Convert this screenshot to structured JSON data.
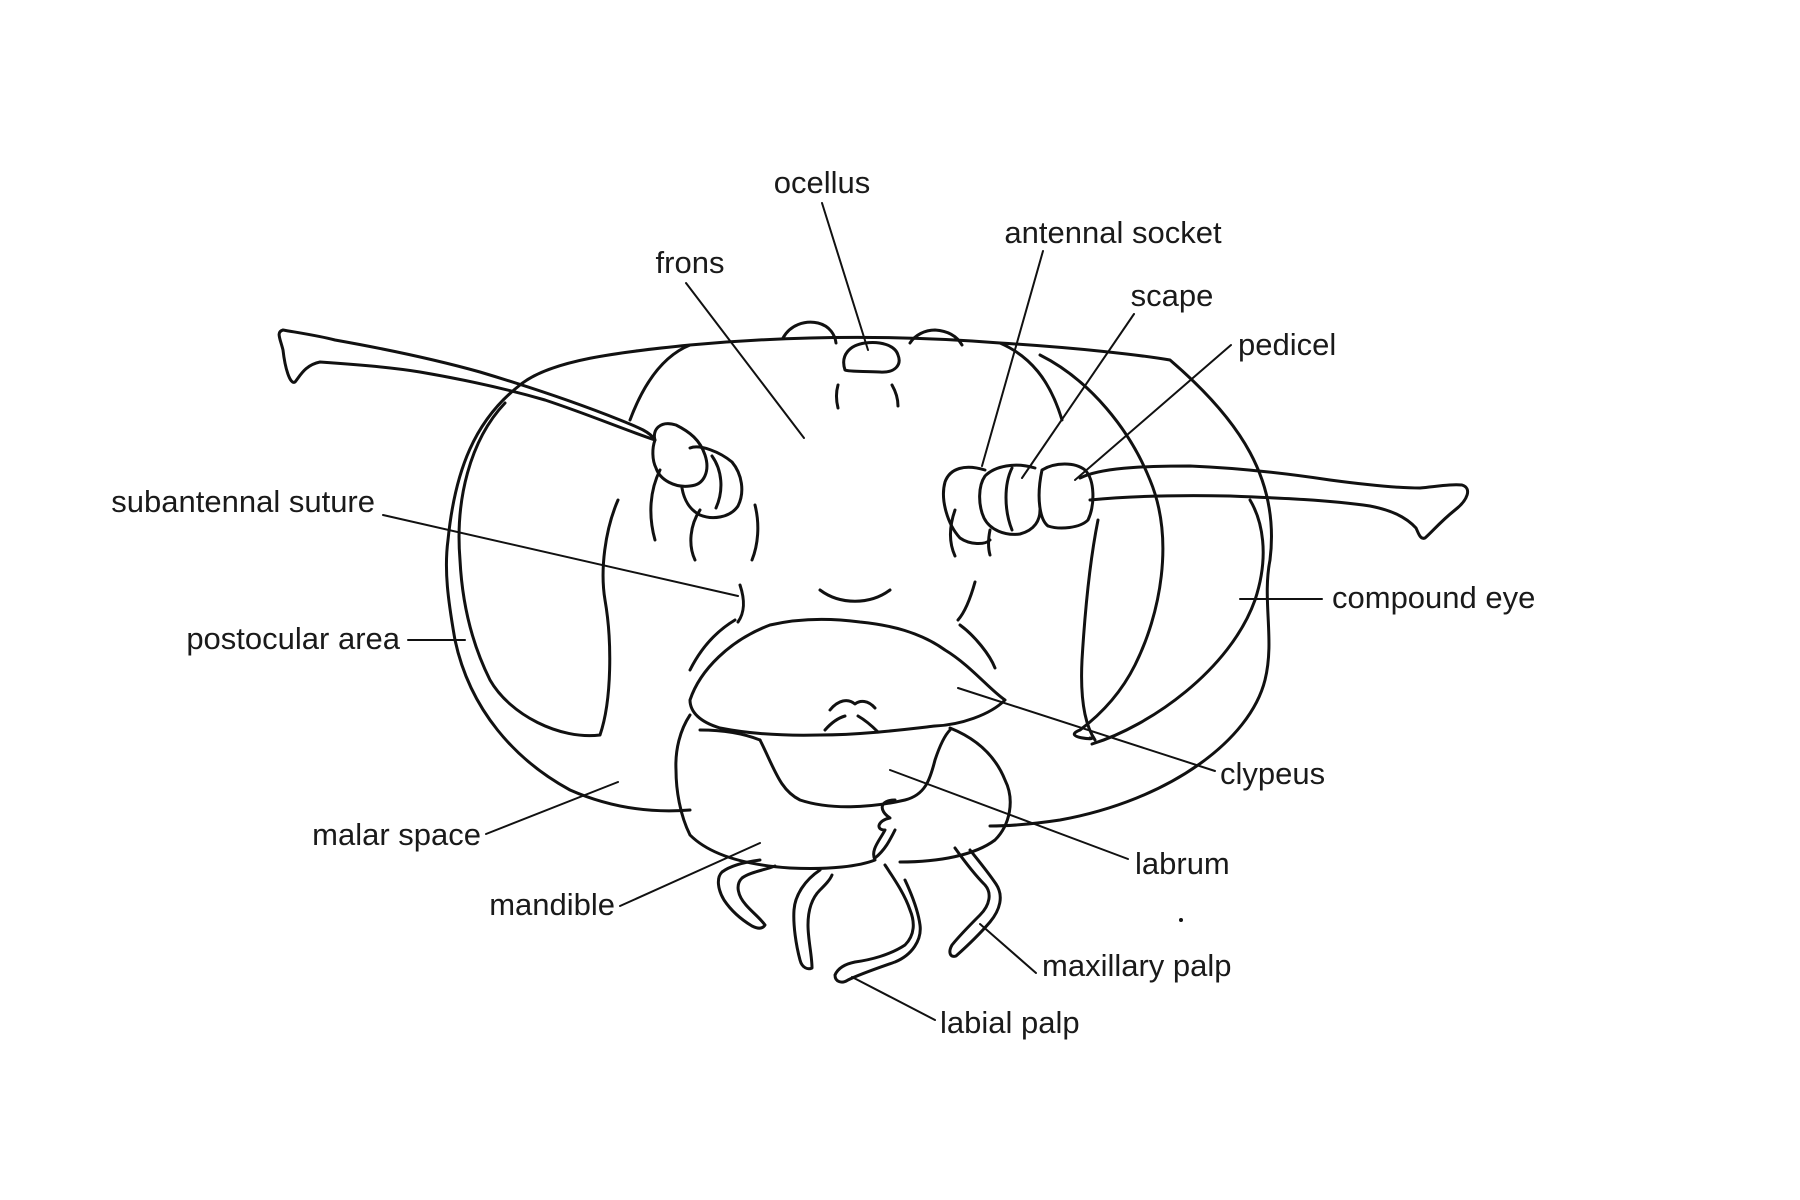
{
  "diagram": {
    "line_color": "#111111",
    "background": "#ffffff",
    "labels": {
      "ocellus": "ocellus",
      "frons": "frons",
      "antennal_socket": "antennal socket",
      "scape": "scape",
      "pedicel": "pedicel",
      "subantennal_suture": "subantennal suture",
      "postocular_area": "postocular area",
      "compound_eye": "compound eye",
      "clypeus": "clypeus",
      "malar_space": "malar space",
      "labrum": "labrum",
      "mandible": "mandible",
      "maxillary_palp": "maxillary palp",
      "labial_palp": "labial palp"
    }
  }
}
